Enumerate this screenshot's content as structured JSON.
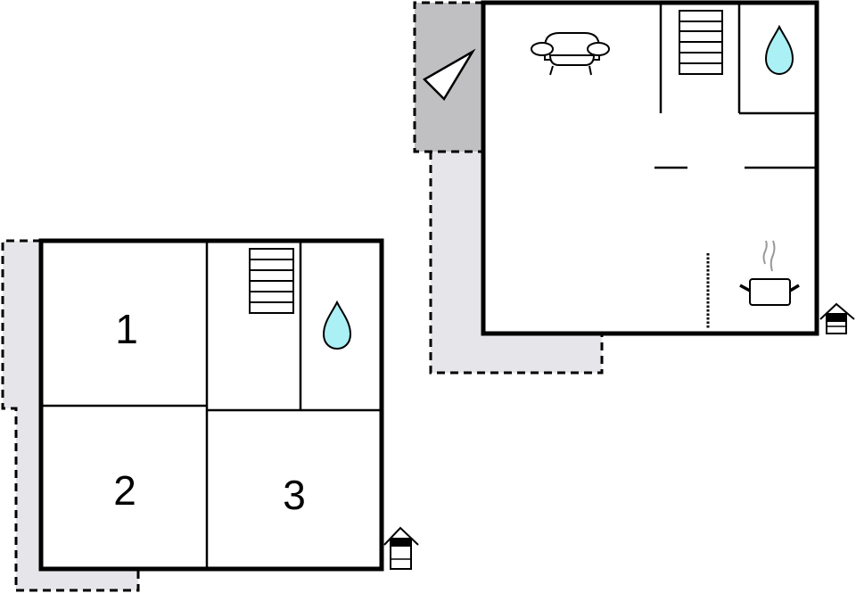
{
  "colors": {
    "wall": "#000000",
    "terrace": "#e6e6ea",
    "balcony": "#c0c0c2",
    "water": "#aaf0f5",
    "steam": "#999999",
    "floor": "#ffffff"
  },
  "ground_floor": {
    "rooms": [
      {
        "id": "room-1",
        "label": "1",
        "type": "bedroom"
      },
      {
        "id": "room-2",
        "label": "2",
        "type": "bedroom"
      },
      {
        "id": "room-3",
        "label": "3",
        "type": "bedroom"
      },
      {
        "id": "stair-hall",
        "label": "",
        "type": "staircase"
      },
      {
        "id": "bathroom",
        "label": "",
        "type": "bathroom"
      }
    ],
    "icons": [
      "stairs-icon",
      "water-drop-icon",
      "house-entrance-icon"
    ],
    "terrace": "dashed-outline-terrace"
  },
  "upper_floor": {
    "rooms": [
      {
        "id": "living-room",
        "label": "",
        "type": "living"
      },
      {
        "id": "stair-hall",
        "label": "",
        "type": "staircase"
      },
      {
        "id": "bathroom",
        "label": "",
        "type": "bathroom"
      },
      {
        "id": "kitchen",
        "label": "",
        "type": "kitchen"
      }
    ],
    "icons": [
      "sofa-icon",
      "stairs-icon",
      "water-drop-icon",
      "cooking-pot-icon",
      "radiator-icon",
      "house-entrance-icon",
      "compass-triangle-icon"
    ],
    "balcony": "dashed-outline-balcony",
    "terrace": "dashed-outline-terrace"
  }
}
